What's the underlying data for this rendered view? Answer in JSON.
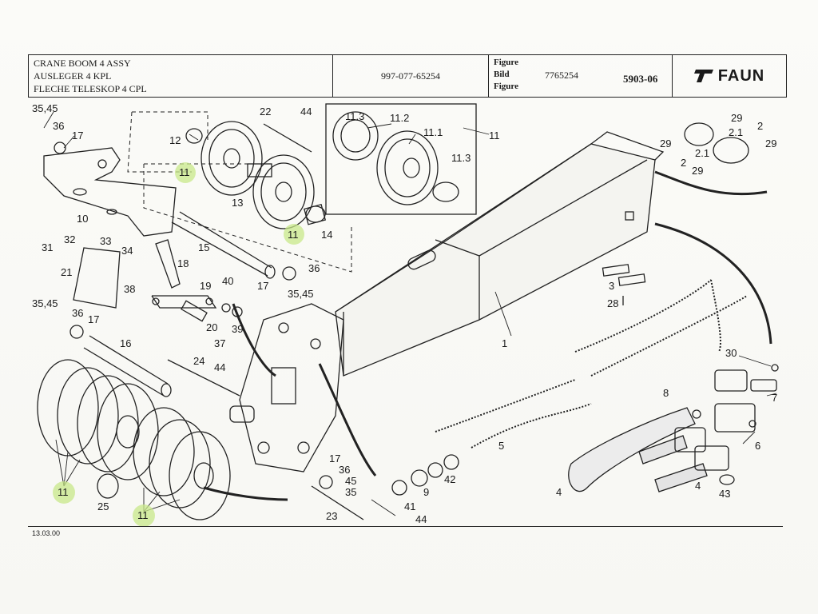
{
  "title_block": {
    "title_en": "CRANE BOOM 4 ASSY",
    "title_de": "AUSLEGER 4 KPL",
    "title_fr": "FLECHE TELESKOP 4 CPL",
    "part_number": "997-077-65254",
    "figure_label_en": "Figure",
    "figure_label_de": "Bild",
    "figure_label_fr": "Figure",
    "figure_number": "7765254",
    "figure_code": "5903-06",
    "brand": "FAUN",
    "brand_icon": "faun-logo-icon"
  },
  "footer": {
    "date": "13.03.00"
  },
  "callouts": {
    "c1": "1",
    "c2a": "2",
    "c2b": "2",
    "c21a": "2.1",
    "c21b": "2.1",
    "c29a": "29",
    "c29b": "29",
    "c29c": "29",
    "c29d": "29",
    "c3": "3",
    "c4a": "4",
    "c4b": "4",
    "c5": "5",
    "c6": "6",
    "c7": "7",
    "c8": "8",
    "c9": "9",
    "c10": "10",
    "c11_top": "11",
    "c11_mid": "11",
    "c11_right": "11",
    "c11_bl": "11",
    "c11_bm": "11",
    "c11_1": "11.1",
    "c11_2": "11.2",
    "c11_3a": "11.3",
    "c11_3b": "11.3",
    "c12": "12",
    "c13": "13",
    "c14": "14",
    "c15": "15",
    "c16": "16",
    "c17a": "17",
    "c17b": "17",
    "c17c": "17",
    "c17d": "17",
    "c18": "18",
    "c19": "19",
    "c20": "20",
    "c21": "21",
    "c22": "22",
    "c23": "23",
    "c24": "24",
    "c25": "25",
    "c28": "28",
    "c30": "30",
    "c31": "31",
    "c32": "32",
    "c33": "33",
    "c34": "34",
    "c3545a": "35,45",
    "c3545b": "35,45",
    "c3545c": "35,45",
    "c35": "35",
    "c45": "45",
    "c36a": "36",
    "c36b": "36",
    "c36c": "36",
    "c36d": "36",
    "c37": "37",
    "c38": "38",
    "c39": "39",
    "c40": "40",
    "c41": "41",
    "c42": "42",
    "c43": "43",
    "c44a": "44",
    "c44b": "44",
    "c44c": "44"
  },
  "highlight_color": "#c8e88a"
}
